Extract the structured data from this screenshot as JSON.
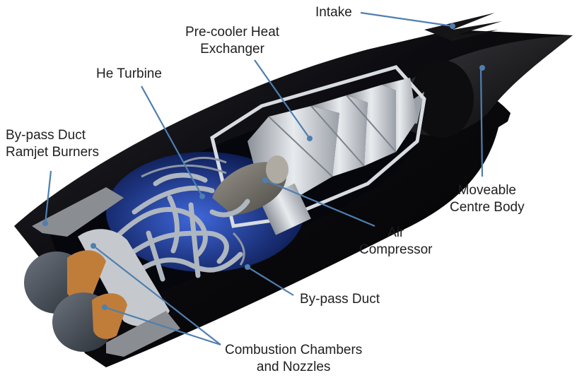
{
  "labels": {
    "intake": "Intake",
    "precooler": [
      "Pre-cooler Heat",
      "Exchanger"
    ],
    "he_turbine": "He Turbine",
    "bypass_ramjet": [
      "By-pass Duct",
      "Ramjet Burners"
    ],
    "moveable_body": [
      "Moveable",
      "Centre Body"
    ],
    "air_compressor": [
      "Air",
      "Compressor"
    ],
    "bypass_duct": "By-pass Duct",
    "combustion": [
      "Combustion Chambers",
      "and Nozzles"
    ]
  },
  "colors": {
    "leader_line": "#4f7fb0",
    "nacelle": "#0c0c10",
    "precooler": "#c8ccd2",
    "pipework": "#a9b2bd",
    "nozzle": "#5a626c",
    "copper": "#b57a3e",
    "blue_glow": "#2f55c8"
  }
}
